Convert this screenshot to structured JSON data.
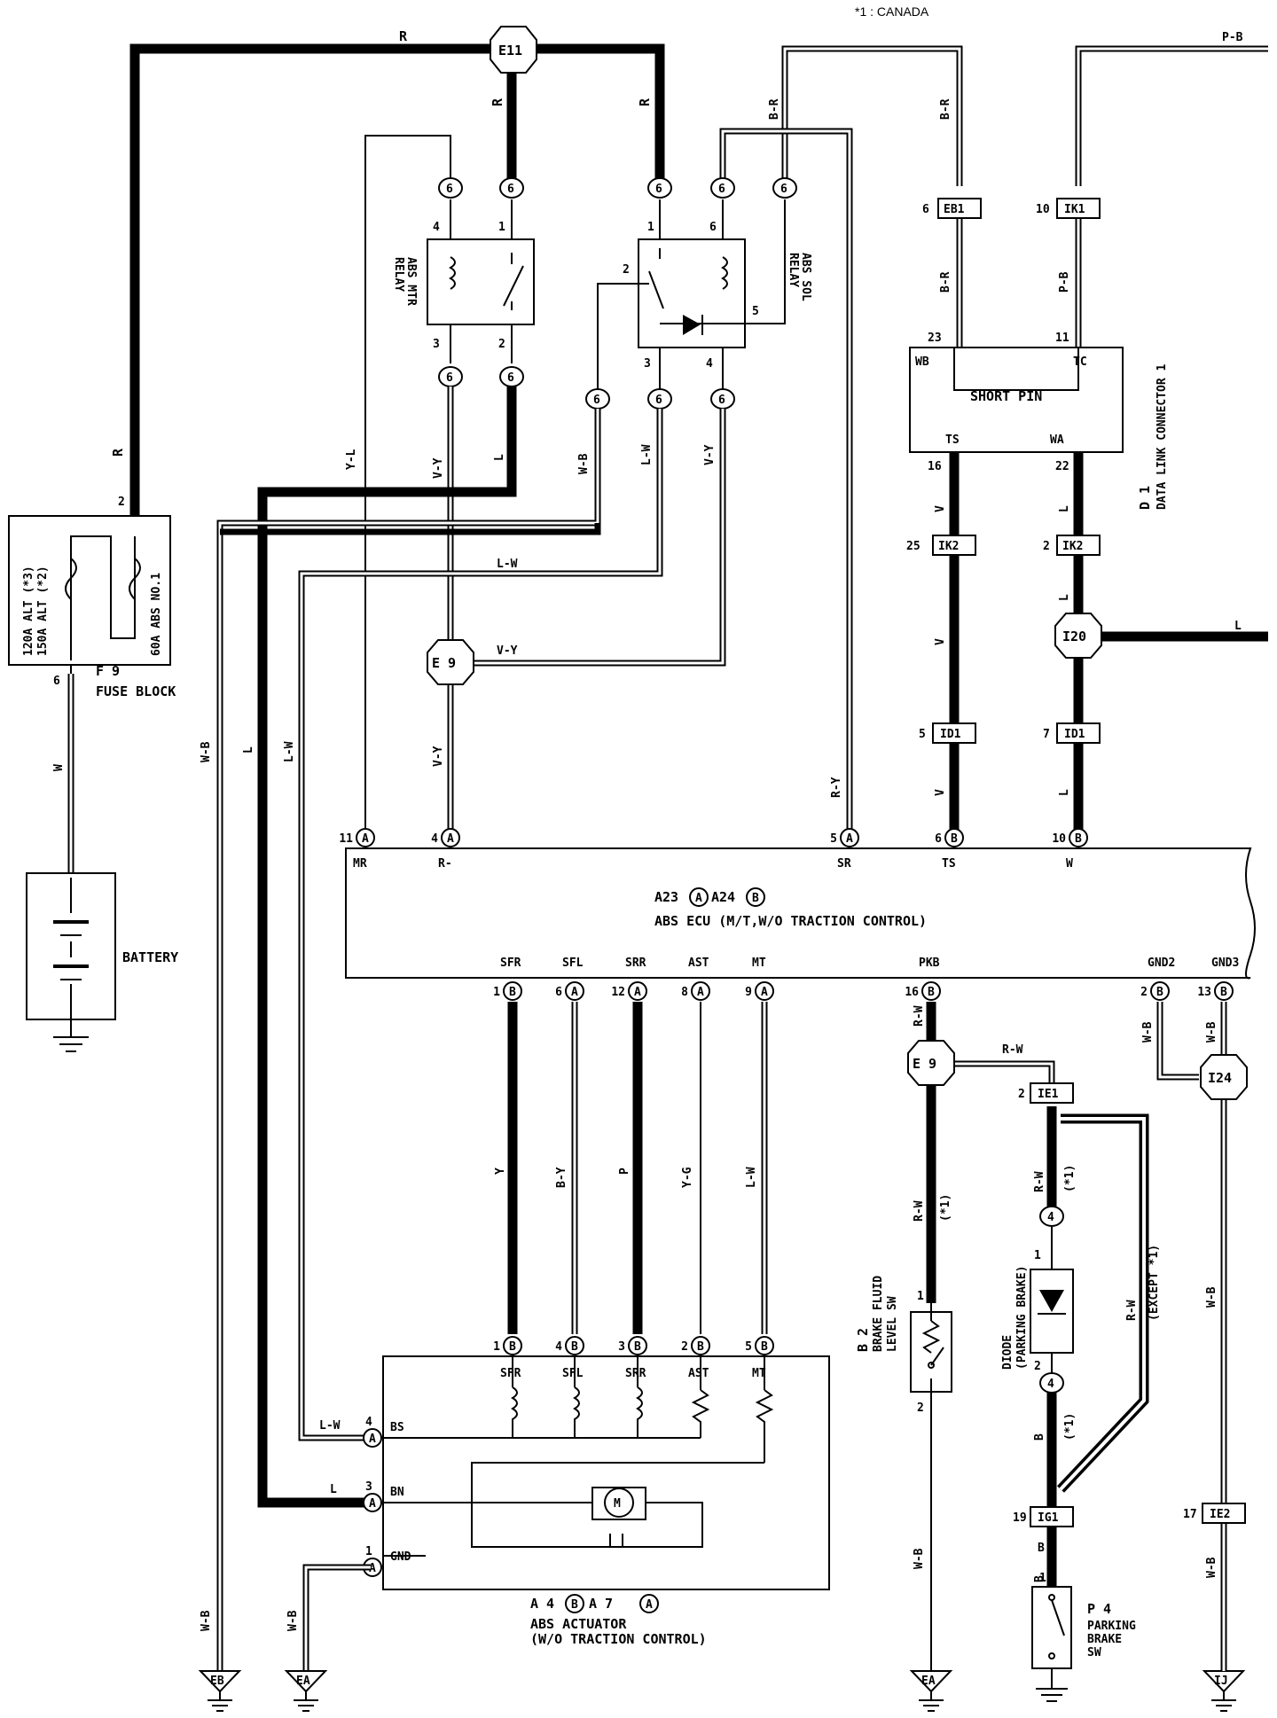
{
  "header_note": "*1 : CANADA",
  "junctions": {
    "e11": "E11",
    "e9_top": "E 9",
    "e9_bottom": "E 9",
    "i20": "I20",
    "i24": "I24"
  },
  "connectors": {
    "eb1": "EB1",
    "ik1": "IK1",
    "ik2_a": "IK2",
    "ik2_b": "IK2",
    "id1_a": "ID1",
    "id1_b": "ID1",
    "ie1": "IE1",
    "ig1": "IG1",
    "ie2": "IE2"
  },
  "wire_colors": {
    "r_top": "R",
    "r_e11_left": "R",
    "r_e11_right": "R",
    "r_left": "R",
    "br_top": "B-R",
    "br_right": "B-R",
    "br_eb1": "B-R",
    "pb_top": "P-B",
    "pb_ik1": "P-B",
    "yl": "Y-L",
    "vy_a": "V-Y",
    "l_mtr": "L",
    "wb_sol": "W-B",
    "lw_sol": "L-W",
    "vy_sol": "V-Y",
    "lw_horiz": "L-W",
    "vy_e9": "V-Y",
    "vy_down": "V-Y",
    "ry": "R-Y",
    "v_ts1": "V",
    "v_ts2": "V",
    "v_ts3": "V",
    "l_w1": "L",
    "l_w2": "L",
    "l_w3": "L",
    "l_i20": "L",
    "wb_left": "W-B",
    "l_left": "L",
    "lw_left": "L-W",
    "w_battery": "W",
    "y_sfr": "Y",
    "by_sfl": "B-Y",
    "p_srr": "P",
    "yg_ast": "Y-G",
    "lw_mt": "L-W",
    "rw_pkb": "R-W",
    "rw_e9": "R-W",
    "rw_ie1": "R-W",
    "rw_brake": "R-W",
    "rw_except": "R-W",
    "wb_gnd2": "W-B",
    "wb_gnd3": "W-B",
    "wb_i24": "W-B",
    "wb_ij": "W-B",
    "b_diode": "B",
    "b_ig1": "B",
    "b_p4": "B",
    "lw_bs": "L-W",
    "l_bn": "L",
    "wb_gnd": "W-B",
    "wb_ea1": "W-B",
    "wb_eb": "W-B",
    "wb_ea2": "W-B"
  },
  "relays": {
    "mtr": {
      "name": "ABS MTR\nRELAY",
      "line1": "ABS MTR",
      "line2": "RELAY"
    },
    "sol": {
      "line1": "ABS SOL",
      "line2": "RELAY"
    }
  },
  "relay_pins": {
    "mtr_4": "4",
    "mtr_1": "1",
    "mtr_3": "3",
    "mtr_2": "2",
    "sol_1": "1",
    "sol_6": "6",
    "sol_2": "2",
    "sol_5": "5",
    "sol_3": "3",
    "sol_4": "4"
  },
  "junction_6": "6",
  "fuse_block": {
    "pin_2": "2",
    "pin_6": "6",
    "alt_line1": "120A ALT (*3)",
    "alt_line2": "150A ALT (*2)",
    "abs_fuse": "60A ABS NO.1",
    "id": "F 9",
    "name": "FUSE BLOCK"
  },
  "battery": {
    "label": "BATTERY"
  },
  "dlc": {
    "pin_23": "23",
    "pin_11": "11",
    "pin_16": "16",
    "pin_22": "22",
    "wb": "WB",
    "tc": "TC",
    "ts": "TS",
    "wa": "WA",
    "short_pin": "SHORT PIN",
    "id": "D 1",
    "name": "DATA LINK CONNECTOR 1"
  },
  "connector_pins": {
    "eb1": "6",
    "ik1": "10",
    "ik2_a": "25",
    "ik2_b": "2",
    "id1_a": "5",
    "id1_b": "7",
    "ie1": "2",
    "ig1": "19",
    "ie2": "17"
  },
  "ecu": {
    "title_ref": "A23 A , A24 B",
    "ref_a": "A23",
    "ref_b": "A24",
    "name": "ABS ECU (M/T,W/O TRACTION CONTROL)",
    "top_pins": [
      {
        "num": "11",
        "conn": "A",
        "name": "MR"
      },
      {
        "num": "4",
        "conn": "A",
        "name": "R-"
      },
      {
        "num": "5",
        "conn": "A",
        "name": "SR"
      },
      {
        "num": "6",
        "conn": "B",
        "name": "TS"
      },
      {
        "num": "10",
        "conn": "B",
        "name": "W"
      }
    ],
    "bottom_pins": [
      {
        "num": "1",
        "conn": "B",
        "name": "SFR"
      },
      {
        "num": "6",
        "conn": "A",
        "name": "SFL"
      },
      {
        "num": "12",
        "conn": "A",
        "name": "SRR"
      },
      {
        "num": "8",
        "conn": "A",
        "name": "AST"
      },
      {
        "num": "9",
        "conn": "A",
        "name": "MT"
      },
      {
        "num": "16",
        "conn": "B",
        "name": "PKB"
      },
      {
        "num": "2",
        "conn": "B",
        "name": "GND2"
      },
      {
        "num": "13",
        "conn": "B",
        "name": "GND3"
      }
    ]
  },
  "actuator": {
    "top_pins": [
      {
        "num": "1",
        "conn": "B",
        "name": "SFR"
      },
      {
        "num": "4",
        "conn": "B",
        "name": "SFL"
      },
      {
        "num": "3",
        "conn": "B",
        "name": "SRR"
      },
      {
        "num": "2",
        "conn": "B",
        "name": "AST"
      },
      {
        "num": "5",
        "conn": "B",
        "name": "MT"
      }
    ],
    "left_pins": [
      {
        "num": "4",
        "conn": "A",
        "name": "BS"
      },
      {
        "num": "3",
        "conn": "A",
        "name": "BN"
      },
      {
        "num": "1",
        "conn": "A",
        "name": "GND"
      }
    ],
    "motor": "M",
    "ref": "A 4 B , A 7 A",
    "ref_a4": "A 4",
    "ref_a7": "A 7",
    "name_line1": "ABS ACTUATOR",
    "name_line2": "(W/O TRACTION CONTROL)"
  },
  "brake_fluid": {
    "pin_1": "1",
    "pin_2": "2",
    "id": "B 2",
    "line1": "BRAKE FLUID",
    "line2": "LEVEL SW",
    "note": "(*1)"
  },
  "diode": {
    "pin_4_top": "4",
    "pin_1": "1",
    "pin_2": "2",
    "pin_4_bottom": "4",
    "line1": "DIODE",
    "line2": "(PARKING BRAKE)",
    "note_a": "(*1)",
    "note_b": "(*1)",
    "except": "(EXCEPT *1)"
  },
  "parking_brake": {
    "pin_1": "1",
    "id": "P 4",
    "line1": "PARKING",
    "line2": "BRAKE",
    "line3": "SW"
  },
  "grounds": {
    "eb": "EB",
    "ea_left": "EA",
    "ea_right": "EA",
    "ij": "IJ"
  },
  "conn_letters": {
    "a": "A",
    "b": "B"
  }
}
